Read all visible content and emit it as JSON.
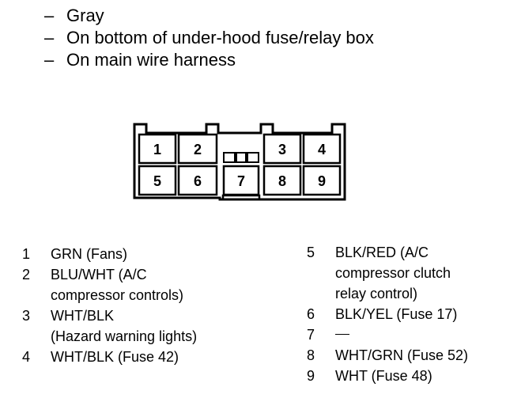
{
  "header_lines": [
    "Gray",
    "On bottom of under-hood fuse/relay box",
    "On main wire harness"
  ],
  "bullet_glyph": "–",
  "connector": {
    "pins": [
      {
        "number": "1"
      },
      {
        "number": "2"
      },
      {
        "number": "3"
      },
      {
        "number": "4"
      },
      {
        "number": "5"
      },
      {
        "number": "6"
      },
      {
        "number": "7"
      },
      {
        "number": "8"
      },
      {
        "number": "9"
      }
    ]
  },
  "legend_left": [
    {
      "number": "1",
      "text": "GRN (Fans)"
    },
    {
      "number": "2",
      "text": "BLU/WHT (A/C\ncompressor controls)"
    },
    {
      "number": "3",
      "text": "WHT/BLK\n(Hazard warning lights)"
    },
    {
      "number": "4",
      "text": "WHT/BLK (Fuse 42)"
    }
  ],
  "legend_right": [
    {
      "number": "5",
      "text": "BLK/RED (A/C\ncompressor clutch\nrelay control)"
    },
    {
      "number": "6",
      "text": "BLK/YEL (Fuse 17)"
    },
    {
      "number": "7",
      "text": ""
    },
    {
      "number": "8",
      "text": "WHT/GRN (Fuse 52)"
    },
    {
      "number": "9",
      "text": "WHT (Fuse 48)"
    }
  ]
}
